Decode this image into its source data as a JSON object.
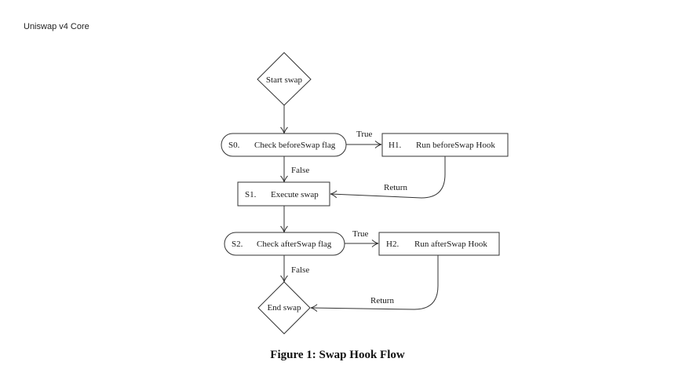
{
  "header": {
    "running_title": "Uniswap v4 Core"
  },
  "figure": {
    "caption": "Figure 1: Swap Hook Flow"
  },
  "flowchart": {
    "nodes": {
      "start": {
        "label": "Start swap"
      },
      "s0": {
        "id": "S0.",
        "label": "Check beforeSwap flag"
      },
      "h1": {
        "id": "H1.",
        "label": "Run beforeSwap Hook"
      },
      "s1": {
        "id": "S1.",
        "label": "Execute swap"
      },
      "s2": {
        "id": "S2.",
        "label": "Check afterSwap flag"
      },
      "h2": {
        "id": "H2.",
        "label": "Run afterSwap Hook"
      },
      "end": {
        "label": "End swap"
      }
    },
    "edges": {
      "s0_h1": "True",
      "s0_s1": "False",
      "h1_s1": "Return",
      "s2_h2": "True",
      "s2_end": "False",
      "h2_end": "Return"
    }
  }
}
